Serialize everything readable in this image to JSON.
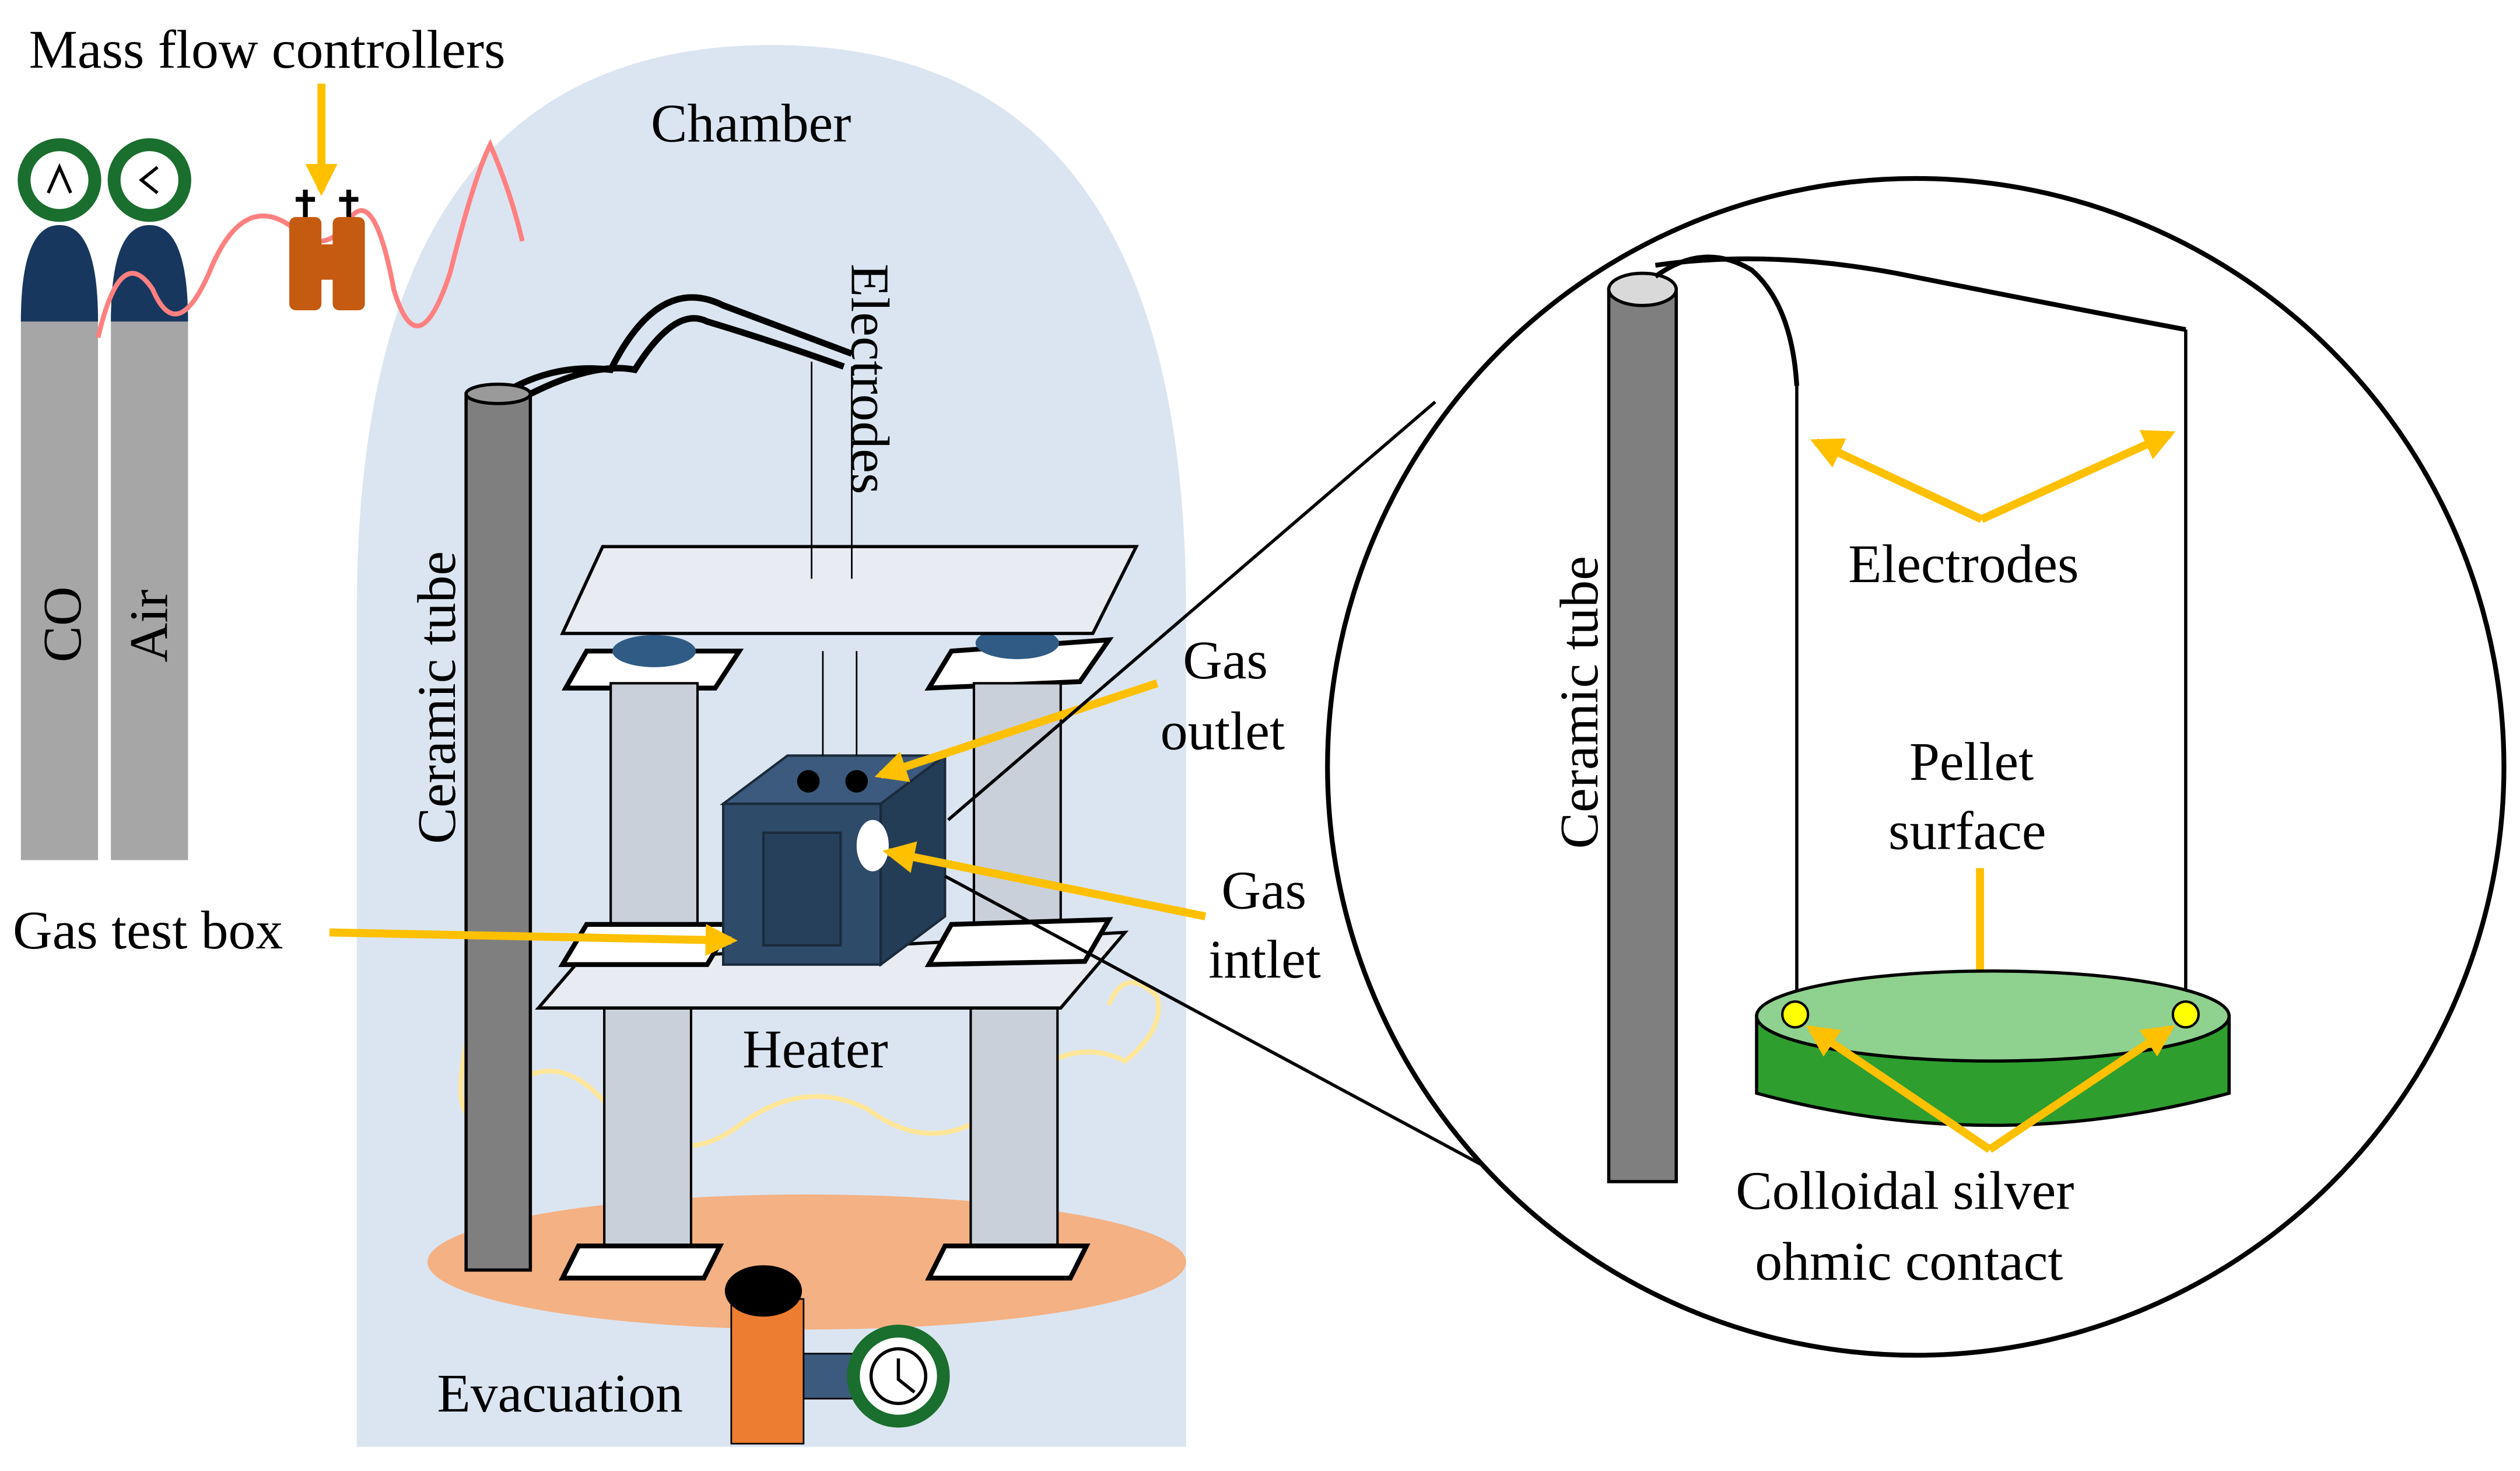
{
  "labels": {
    "mass_flow_controllers": "Mass flow controllers",
    "chamber": "Chamber",
    "electrodes_main": "Electrodes",
    "ceramic_tube_main": "Ceramic tube",
    "co_cylinder": "CO",
    "air_cylinder": "Air",
    "gas_outlet_line1": "Gas",
    "gas_outlet_line2": "outlet",
    "gas_intlet_line1": "Gas",
    "gas_intlet_line2": "intlet",
    "gas_test_box": "Gas test box",
    "heater": "Heater",
    "evacuation": "Evacuation",
    "ceramic_tube_zoom": "Ceramic tube",
    "electrodes_zoom": "Electrodes",
    "pellet_surface_line1": "Pellet",
    "pellet_surface_line2": "surface",
    "colloidal_line1": "Colloidal silver",
    "colloidal_line2": "ohmic contact"
  },
  "colors": {
    "chamber": "#dbe5f1",
    "arrow": "#ffc000",
    "cylinder": "#a6a6a6",
    "valve_cap": "#17375e",
    "gauge_ring": "#1a6e2e",
    "flow_controller": "#c55a11",
    "tube": "#7f7f7f",
    "gas_box": "#2f4b6a",
    "pellet": "#2e9e2e",
    "pellet_top": "#8fd18f",
    "base_ellipse": "#f4b183",
    "heater_wire": "#ffe699",
    "gas_line": "#ff8080"
  }
}
